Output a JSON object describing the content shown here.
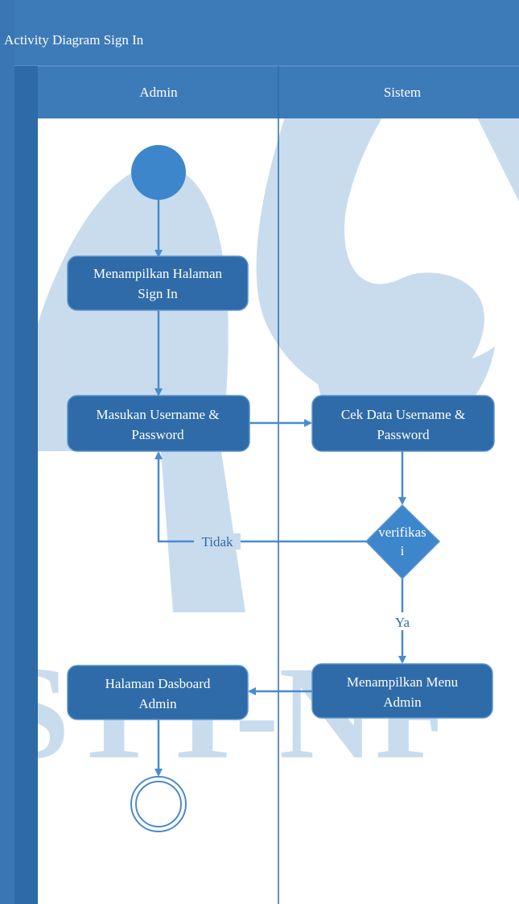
{
  "diagram": {
    "title": "Activity Diagram Sign In",
    "lanes": [
      "Admin",
      "Sistem"
    ],
    "actions": {
      "show_signin": [
        "Menampilkan Halaman",
        "Sign In"
      ],
      "enter_credentials": [
        "Masukan Username &",
        "Password"
      ],
      "check_data": [
        "Cek Data Username &",
        "Password"
      ],
      "show_menu": [
        "Menampilkan Menu",
        "Admin"
      ],
      "dashboard": [
        "Halaman Dasboard",
        "Admin"
      ]
    },
    "decision": [
      "verifikas",
      "i"
    ],
    "edge_labels": {
      "no": "Tidak",
      "yes": "Ya"
    },
    "watermark": "STT-NF"
  },
  "colors": {
    "header": "#3d7ab8",
    "action_fill": "#2f6ba8",
    "action_stroke": "#5a93cc",
    "node": "#3d86cc",
    "arrow": "#4a8ad0",
    "watermark": "#c9dcee"
  }
}
